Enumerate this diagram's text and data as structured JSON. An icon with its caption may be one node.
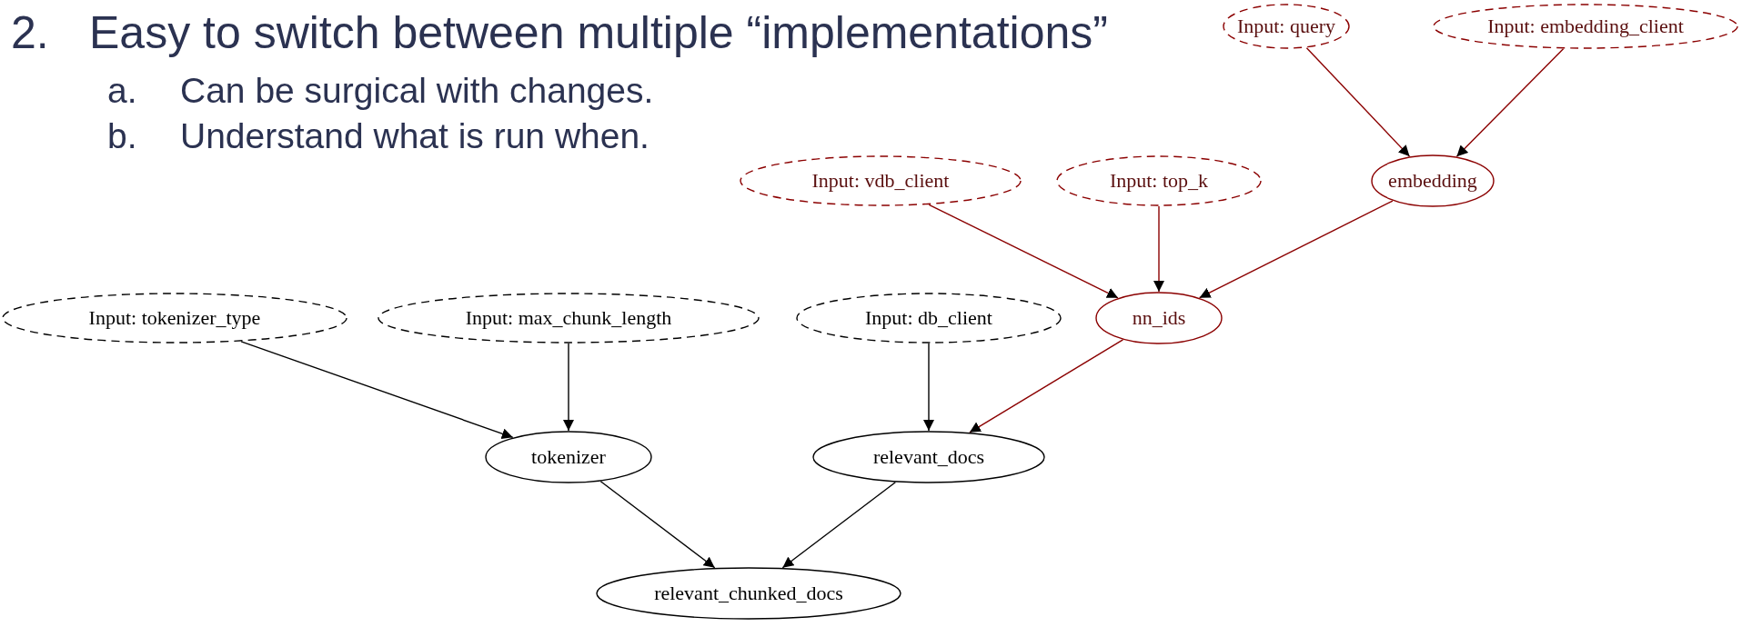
{
  "diagram": {
    "nodes": [
      {
        "text": [
          "Input: query"
        ]
      },
      {
        "text": [
          "Input: embedding_client"
        ]
      },
      {
        "text": [
          "Input: vdb_client"
        ]
      },
      {
        "text": [
          "Input: top_k"
        ]
      },
      {
        "text": [
          "embedding"
        ]
      },
      {
        "text": [
          "Input: tokenizer_type"
        ]
      },
      {
        "text": [
          "Input: max_chunk_length"
        ]
      },
      {
        "text": [
          "Input: db_client"
        ]
      },
      {
        "text": [
          "nn_ids"
        ]
      },
      {
        "text": [
          "tokenizer"
        ]
      },
      {
        "text": [
          "relevant_docs"
        ]
      },
      {
        "text": [
          "relevant_chunked_docs"
        ]
      }
    ],
    "edges": [
      {
        "from": 0,
        "to": 4,
        "arrow": "to"
      },
      {
        "from": 1,
        "to": 4,
        "arrow": "to"
      },
      {
        "from": 2,
        "to": 8,
        "arrow": "to"
      },
      {
        "from": 3,
        "to": 8,
        "arrow": "to"
      },
      {
        "from": 4,
        "to": 8,
        "arrow": "to"
      },
      {
        "from": 5,
        "to": 9,
        "arrow": "to",
        "color": "#000000"
      },
      {
        "from": 6,
        "to": 9,
        "arrow": "to",
        "color": "#000000"
      },
      {
        "from": 7,
        "to": 10,
        "arrow": "to",
        "color": "#000000"
      },
      {
        "from": 8,
        "to": 10,
        "arrow": "to"
      },
      {
        "from": 9,
        "to": 11,
        "arrow": "to",
        "color": "#000000"
      },
      {
        "from": 10,
        "to": 11,
        "arrow": "to",
        "color": "#000000"
      }
    ],
    "labels": [
      "2.",
      "Easy to switch between multiple “implementations”",
      "a.",
      "Can be surgical with changes.",
      "b.",
      "Understand what is run when."
    ]
  }
}
